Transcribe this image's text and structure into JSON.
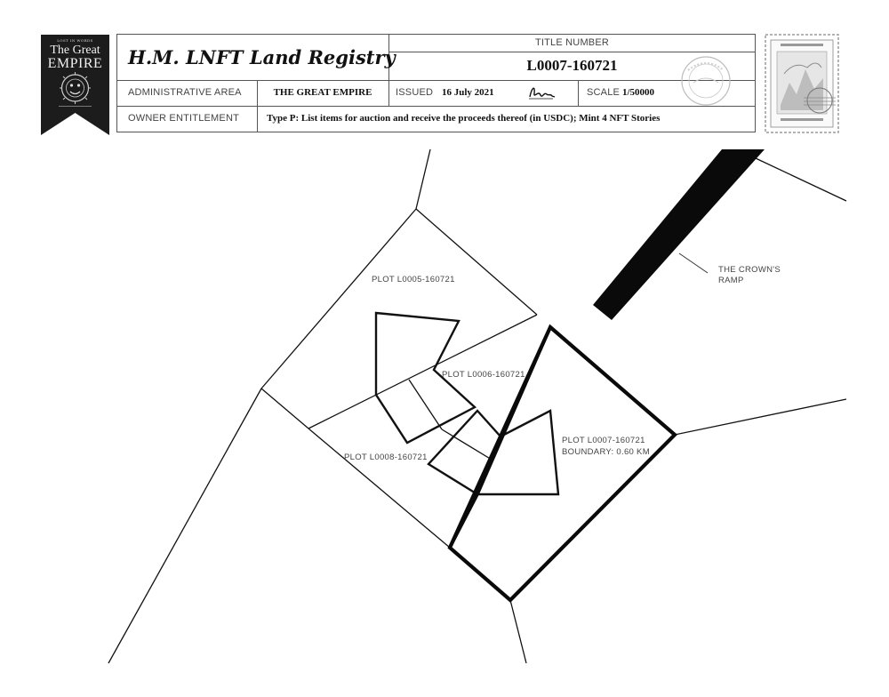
{
  "banner": {
    "top_tag": "LOST IN WORDS",
    "line1": "The Great",
    "line2": "EMPIRE",
    "crest_icon": "lion-crest-icon"
  },
  "registry": {
    "title": "H.M. LNFT Land Registry",
    "title_number_label": "TITLE NUMBER",
    "title_number": "L0007-160721",
    "admin_area_label": "ADMINISTRATIVE AREA",
    "admin_area": "THE GREAT EMPIRE",
    "issued_label": "ISSUED",
    "issued_date": "16 July 2021",
    "signature_icon": "signature-icon",
    "scale_label": "SCALE",
    "scale": "1/50000",
    "owner_label": "OWNER ENTITLEMENT",
    "owner_value": "Type P: List items for auction and receive the proceeds thereof (in USDC); Mint 4 NFT Stories"
  },
  "seal": {
    "icon": "registry-seal-icon"
  },
  "stamp": {
    "icon": "postage-stamp-icon"
  },
  "map": {
    "labels": {
      "plot5": "PLOT L0005-160721",
      "plot6": "PLOT L0006-160721",
      "plot7": "PLOT L0007-160721",
      "plot7_boundary": "BOUNDARY: 0.60 KM",
      "plot8": "PLOT L0008-160721",
      "ramp_line1": "THE CROWN'S",
      "ramp_line2": "RAMP"
    }
  }
}
